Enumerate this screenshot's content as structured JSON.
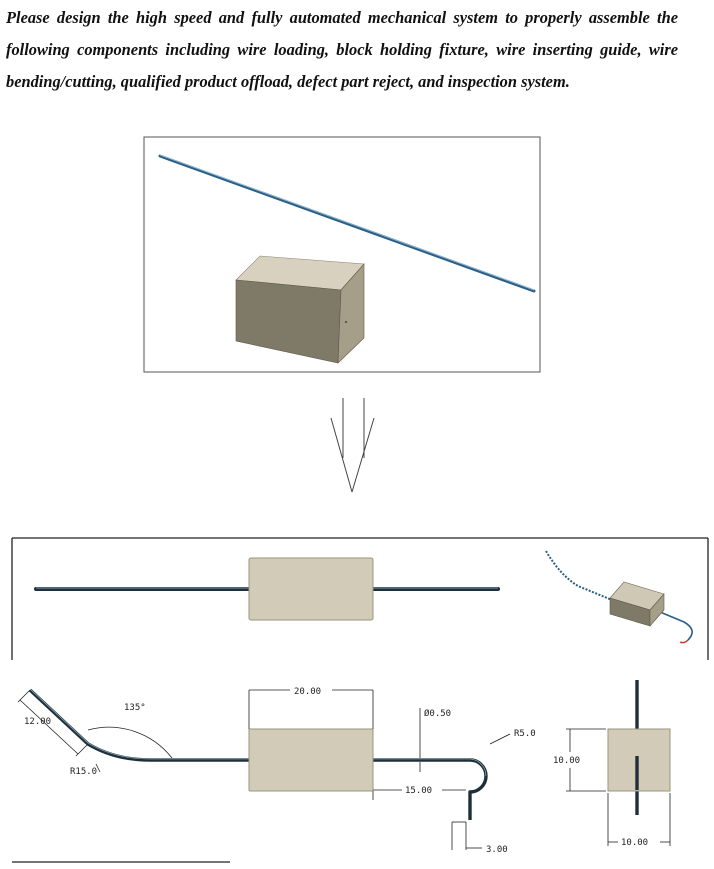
{
  "prompt": {
    "text": "Please design the high speed and fully automated mechanical system to properly assemble the following components including wire loading, block holding fixture, wire inserting guide, wire bending/cutting, qualified product offload, defect part reject, and inspection system."
  },
  "colors": {
    "wire": "#2b5f86",
    "wire_highlight": "#9cc3dd",
    "block_face": "#d2cbb8",
    "block_top": "#e2dccb",
    "block_side": "#7f7a67",
    "frame": "#222222",
    "bend_tip": "#c0392b"
  },
  "drawing": {
    "dimensions": {
      "bend_angle": "135°",
      "bend_length": "12.00",
      "bend_radius": "R15.0",
      "block_length": "20.00",
      "wire_diameter": "Ø0.50",
      "hook_radius": "R5.0",
      "straight_length": "15.00",
      "tail_length": "3.00",
      "block_height": "10.00",
      "block_width": "10.00"
    }
  }
}
